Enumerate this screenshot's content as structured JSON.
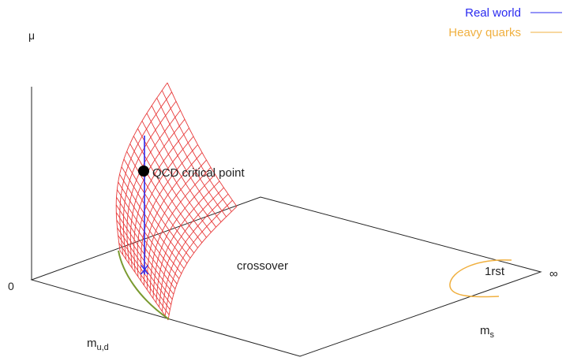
{
  "legend": {
    "items": [
      {
        "label": "Real world",
        "color": "#2a2af0"
      },
      {
        "label": "Heavy quarks",
        "color": "#f0b040"
      }
    ]
  },
  "axes": {
    "mu_label": "μ",
    "zero_label": "0",
    "mud_label": "m",
    "mud_sub": "u,d",
    "ms_label": "m",
    "ms_sub": "s",
    "infinity_label": "∞"
  },
  "annotations": {
    "critical_point": "QCD critical point",
    "crossover": "crossover",
    "first_order": "1rst",
    "real_world_marker": "X"
  },
  "colors": {
    "surface": "#e83a3a",
    "plane": "#222222",
    "boundary": "#7a9a30",
    "real_world": "#2a2af0",
    "heavy": "#f0b040",
    "point": "#000000",
    "text": "#222222"
  }
}
